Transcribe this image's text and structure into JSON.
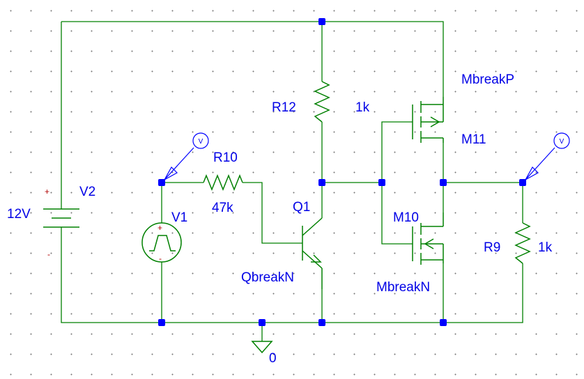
{
  "components": {
    "V2": {
      "name": "V2",
      "value": "12V",
      "plus": "+",
      "minus": "-"
    },
    "V1": {
      "name": "V1",
      "plus": "+",
      "minus": "-"
    },
    "R10": {
      "name": "R10",
      "value": "47k"
    },
    "R12": {
      "name": "R12",
      "value": "1k"
    },
    "R9": {
      "name": "R9",
      "value": "1k"
    },
    "Q1": {
      "name": "Q1",
      "model": "QbreakN"
    },
    "M11": {
      "name": "M11",
      "model": "MbreakP"
    },
    "M10": {
      "name": "M10",
      "model": "MbreakN"
    }
  },
  "probes": {
    "left": "V",
    "right": "V"
  },
  "ground": {
    "label": "0"
  },
  "colors": {
    "wire": "#008000",
    "label": "#0000e6",
    "junction": "#0000ff",
    "grid_dot": "#7a7a7a"
  }
}
